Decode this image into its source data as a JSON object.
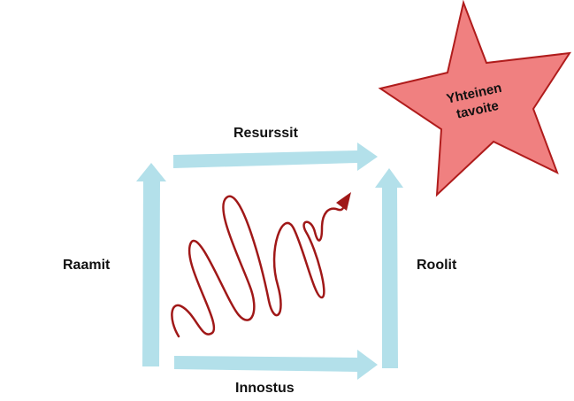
{
  "labels": {
    "top": "Resurssit",
    "bottom": "Innostus",
    "left": "Raamit",
    "right": "Roolit"
  },
  "star": {
    "line1": "Yhteinen",
    "line2": "tavoite"
  },
  "colors": {
    "arrow_fill": "#b3e0ea",
    "star_fill": "#f08080",
    "star_stroke": "#b01c1c",
    "squiggle": "#a01818"
  }
}
